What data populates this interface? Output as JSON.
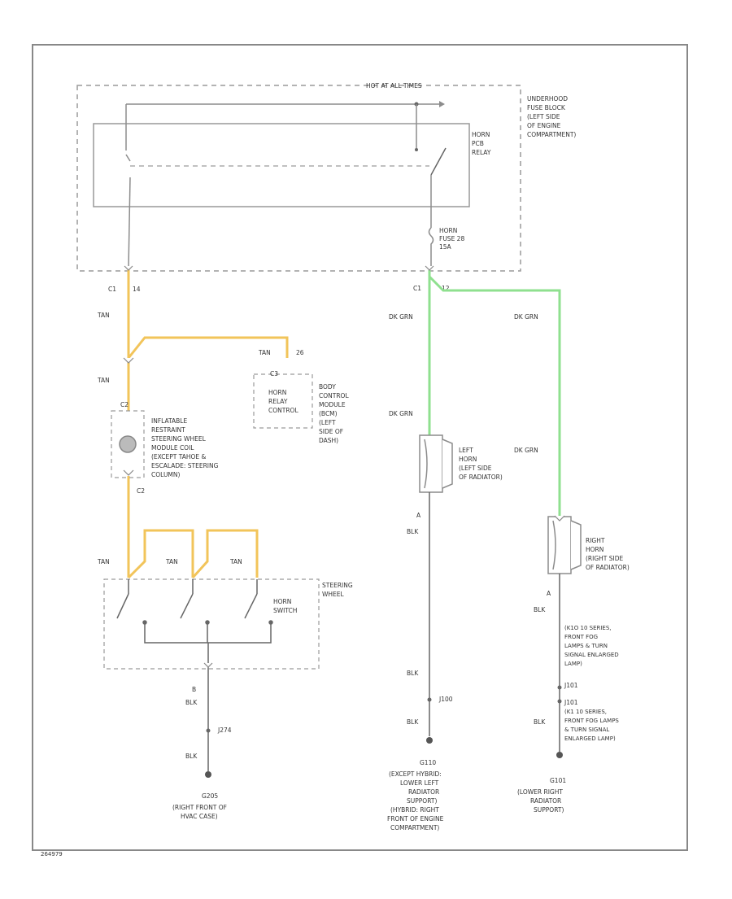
{
  "colors": {
    "wire_tan": "#f2c45a",
    "wire_dkgrn": "#8fe08f",
    "line": "#8c8c8c",
    "dashed": "#9a9a9a",
    "text": "#333333",
    "background": "#ffffff"
  },
  "labels": {
    "hot_at_all_times": "HOT AT ALL TIMES",
    "fuse_block": [
      "UNDERHOOD",
      "FUSE BLOCK",
      "(LEFT SIDE",
      "OF ENGINE",
      "COMPARTMENT)"
    ],
    "horn_relay": [
      "HORN",
      "PCB",
      "RELAY"
    ],
    "horn_fuse": [
      "HORN",
      "FUSE 28",
      "15A"
    ],
    "c1_left": "C1",
    "c1_left_pin": "14",
    "c1_right": "C1",
    "c1_right_pin": "12",
    "wire_tan_1": "TAN",
    "wire_tan_2": "TAN",
    "wire_tan_3": "TAN",
    "pin_26": "26",
    "wire_dkgrn_1": "DK GRN",
    "wire_dkgrn_2": "DK GRN",
    "wire_dkgrn_3": "DK GRN",
    "wire_dkgrn_4": "DK GRN",
    "bcm_connector": "C3",
    "horn_relay_control": [
      "HORN",
      "RELAY",
      "CONTROL"
    ],
    "bcm": [
      "BODY",
      "CONTROL",
      "MODULE",
      "(BCM)",
      "(LEFT",
      "SIDE OF",
      "DASH)"
    ],
    "coil_top": "C2",
    "inflatable": [
      "INFLATABLE",
      "RESTRAINT",
      "STEERING WHEEL",
      "MODULE COIL",
      "(EXCEPT TAHOE &",
      "ESCALADE: STEERING",
      "COLUMN)"
    ],
    "coil_bottom": "C2",
    "left_horn": [
      "LEFT",
      "HORN",
      "(LEFT SIDE",
      "OF RADIATOR)"
    ],
    "right_horn": [
      "RIGHT",
      "HORN",
      "(RIGHT SIDE",
      "OF RADIATOR)"
    ],
    "horn_pin_a_left": "A",
    "horn_pin_a_right": "A",
    "wire_blk_left_horn": "BLK",
    "wire_blk_right_horn": "BLK",
    "steering_wheel": [
      "STEERING",
      "WHEEL"
    ],
    "horn_switch": [
      "HORN",
      "SWITCH"
    ],
    "sw_tan_1": "TAN",
    "sw_tan_2": "TAN",
    "sw_tan_3": "TAN",
    "sw_pin_b": "B",
    "wire_blk_sw_1": "BLK",
    "splice_j274": "J274",
    "wire_blk_sw_2": "BLK",
    "ground_g205": "G205",
    "g205_loc": [
      "(RIGHT FRONT OF",
      "HVAC CASE)"
    ],
    "wire_blk_mid_1": "BLK",
    "splice_j100": "J100",
    "wire_blk_mid_2": "BLK",
    "ground_g110": "G110",
    "g110_loc": [
      "(EXCEPT HYBRID:",
      "LOWER LEFT",
      "RADIATOR",
      "SUPPORT)",
      "(HYBRID: RIGHT",
      "FRONT OF ENGINE",
      "COMPARTMENT)"
    ],
    "right_note_1": [
      "(K1O 10 SERIES,",
      "FRONT FOG",
      "LAMPS & TURN",
      "SIGNAL ENLARGED",
      "LAMP)"
    ],
    "splice_j101a": "J101",
    "splice_j101b": "J101",
    "right_note_2": [
      "(K1 10 SERIES,",
      "FRONT FOG LAMPS",
      "& TURN SIGNAL",
      "ENLARGED LAMP)"
    ],
    "wire_blk_right_2": "BLK",
    "ground_g101": "G101",
    "g101_loc": [
      "(LOWER RIGHT",
      "RADIATOR",
      "SUPPORT)"
    ],
    "figure_id": "264979"
  }
}
